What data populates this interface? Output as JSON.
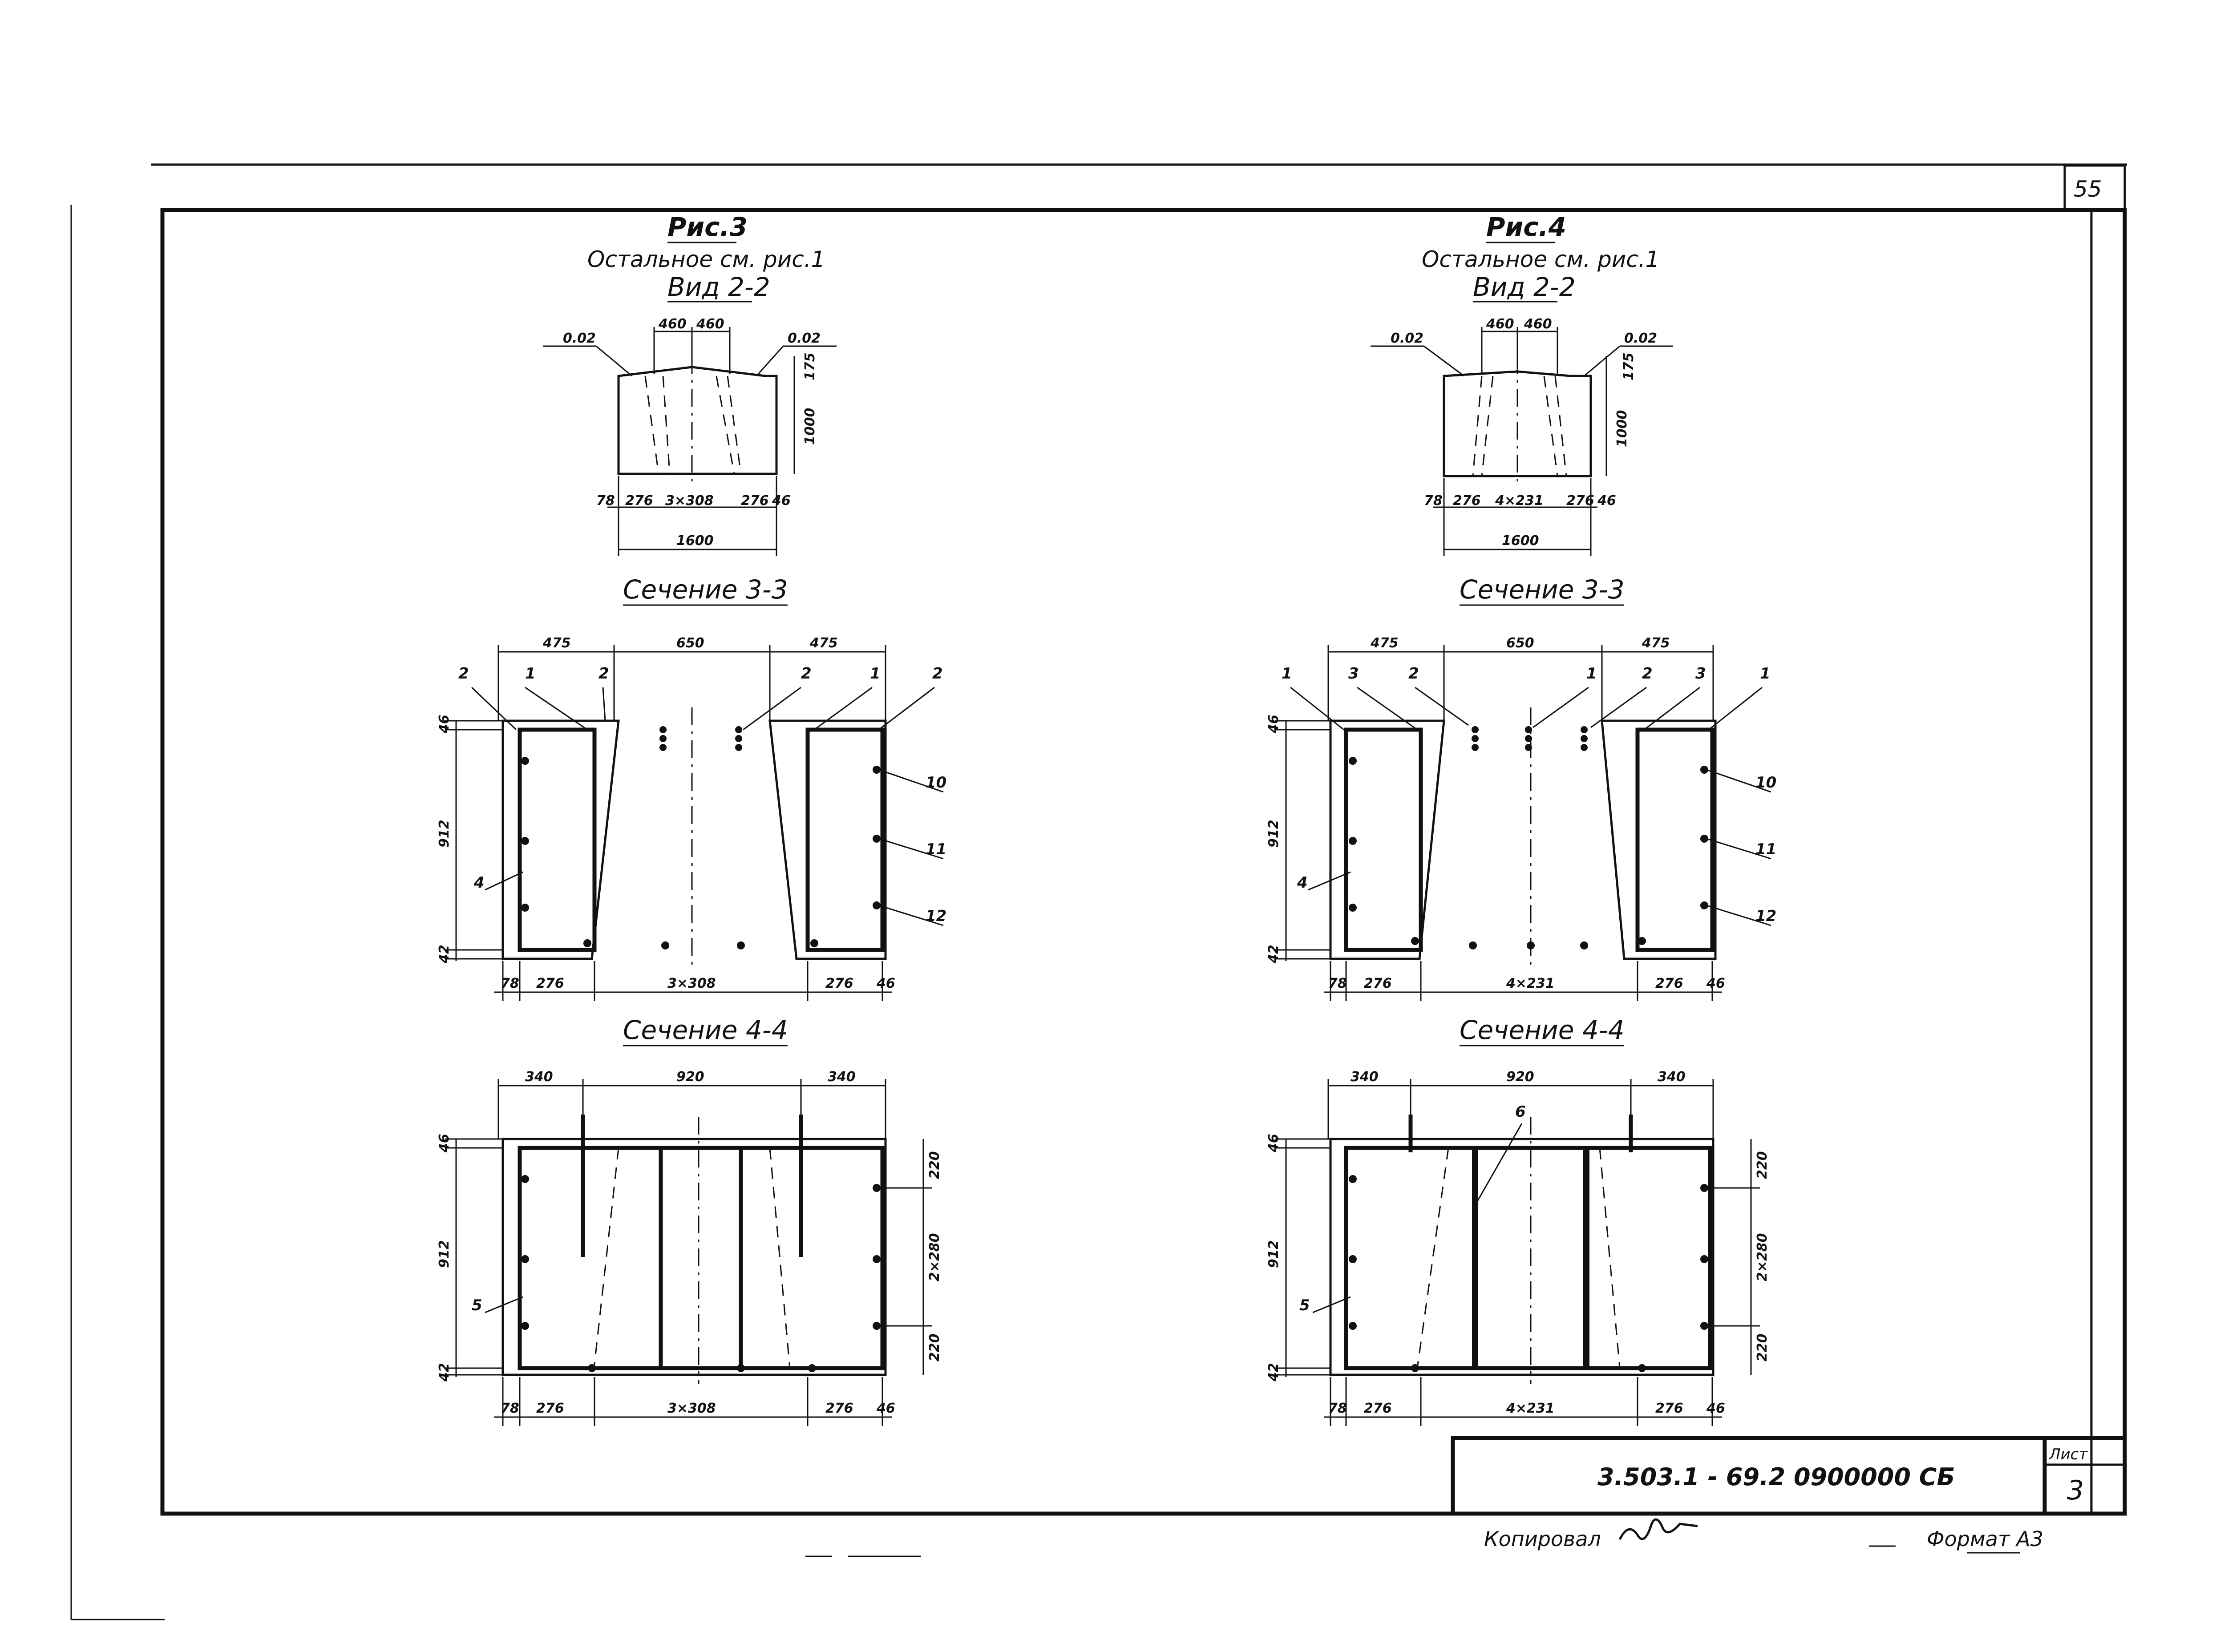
{
  "sheet": {
    "page_number": "55",
    "stamp_number": "3.503.1 - 69.2  0900000  СБ",
    "sheet_label": "Лист",
    "sheet_value": "3",
    "copied_label": "Копировал",
    "format_label": "Формат А3"
  },
  "left": {
    "fig_title": "Рис.3",
    "fig_note": "Остальное см. рис.1",
    "view_title": "Вид 2-2",
    "view_dims": {
      "top_a": "460",
      "top_b": "460",
      "slope_l": "0.02",
      "slope_r": "0.02",
      "h175": "175",
      "height": "1000",
      "b1": "78",
      "b2": "276",
      "b3": "3×308",
      "b4": "276",
      "b5": "46",
      "total": "1600"
    },
    "sec33_title": "Сечение 3-3",
    "sec33": {
      "top_l": "475",
      "top_m": "650",
      "top_r": "475",
      "h_top": "46",
      "h_mid": "912",
      "h_bot": "42",
      "bot_1": "78",
      "bot_2": "276",
      "bot_3": "3×308",
      "bot_4": "276",
      "bot_5": "46",
      "marks": [
        "2",
        "1",
        "2",
        "2",
        "1",
        "2",
        "10",
        "11",
        "12",
        "4"
      ]
    },
    "sec44_title": "Сечение 4-4",
    "sec44": {
      "top_l": "340",
      "top_m": "920",
      "top_r": "340",
      "h_top": "46",
      "h_mid": "912",
      "h_bot": "42",
      "r_top": "220",
      "r_mid": "2×280",
      "r_bot": "220",
      "bot_1": "78",
      "bot_2": "276",
      "bot_3": "3×308",
      "bot_4": "276",
      "bot_5": "46",
      "mark_5": "5"
    }
  },
  "right": {
    "fig_title": "Рис.4",
    "fig_note": "Остальное см. рис.1",
    "view_title": "Вид 2-2",
    "view_dims": {
      "top_a": "460",
      "top_b": "460",
      "slope_l": "0.02",
      "slope_r": "0.02",
      "h175": "175",
      "height": "1000",
      "b1": "78",
      "b2": "276",
      "b3": "4×231",
      "b4": "276",
      "b5": "46",
      "total": "1600"
    },
    "sec33_title": "Сечение 3-3",
    "sec33": {
      "top_l": "475",
      "top_m": "650",
      "top_r": "475",
      "h_top": "46",
      "h_mid": "912",
      "h_bot": "42",
      "bot_1": "78",
      "bot_2": "276",
      "bot_3": "4×231",
      "bot_4": "276",
      "bot_5": "46",
      "marks": [
        "1",
        "3",
        "2",
        "1",
        "2",
        "3",
        "1",
        "10",
        "11",
        "12",
        "4"
      ]
    },
    "sec44_title": "Сечение 4-4",
    "sec44": {
      "top_l": "340",
      "top_m": "920",
      "top_r": "340",
      "h_top": "46",
      "h_mid": "912",
      "h_bot": "42",
      "r_top": "220",
      "r_mid": "2×280",
      "r_bot": "220",
      "bot_1": "78",
      "bot_2": "276",
      "bot_3": "4×231",
      "bot_4": "276",
      "bot_5": "46",
      "mark_5": "5",
      "mark_6": "6"
    }
  }
}
